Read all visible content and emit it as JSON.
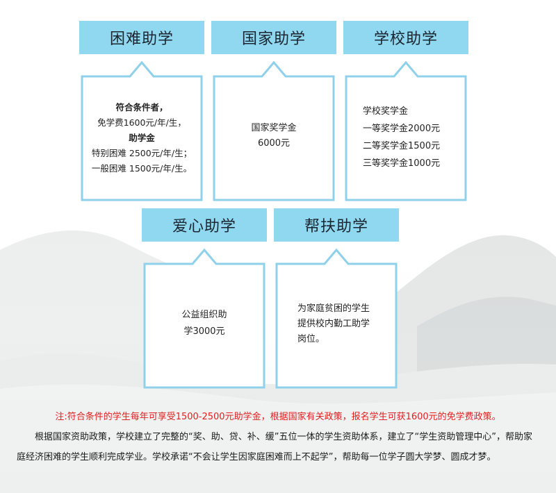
{
  "cards": {
    "hardship": {
      "title": "困难助学",
      "lines": [
        "符合条件者，",
        "免学费1600元/年/生，",
        "助学金",
        "特别困难 2500元/年/生；",
        "一般困难 1500元/年/生。"
      ]
    },
    "national": {
      "title": "国家助学",
      "lines": [
        "国家奖学金",
        "6000元"
      ]
    },
    "school": {
      "title": "学校助学",
      "lines": [
        "学校奖学金",
        "一等奖学金2000元",
        "二等奖学金1500元",
        "三等奖学金1000元"
      ]
    },
    "charity": {
      "title": "爱心助学",
      "lines": [
        "公益组织助",
        "学3000元"
      ]
    },
    "support": {
      "title": "帮扶助学",
      "lines": [
        "为家庭贫困的学生",
        "提供校内勤工助学",
        "岗位。"
      ]
    }
  },
  "notes": {
    "red": "注:符合条件的学生每年可享受1500-2500元助学金，根据国家有关政策，报名学生可获1600元的免学费政策。",
    "paragraph": "根据国家资助政策，学校建立了完整的“奖、助、贷、补、缓”五位一体的学生资助体系，建立了“学生资助管理中心”，帮助家庭经济困难的学生顺利完成学业。学校承诺“不会让学生因家庭困难而上不起学”，帮助每一位学子圆大学梦、圆成才梦。"
  },
  "colors": {
    "accent": "#8fd8f0",
    "outline": "#8fd0ea",
    "note_red": "#e02020"
  }
}
